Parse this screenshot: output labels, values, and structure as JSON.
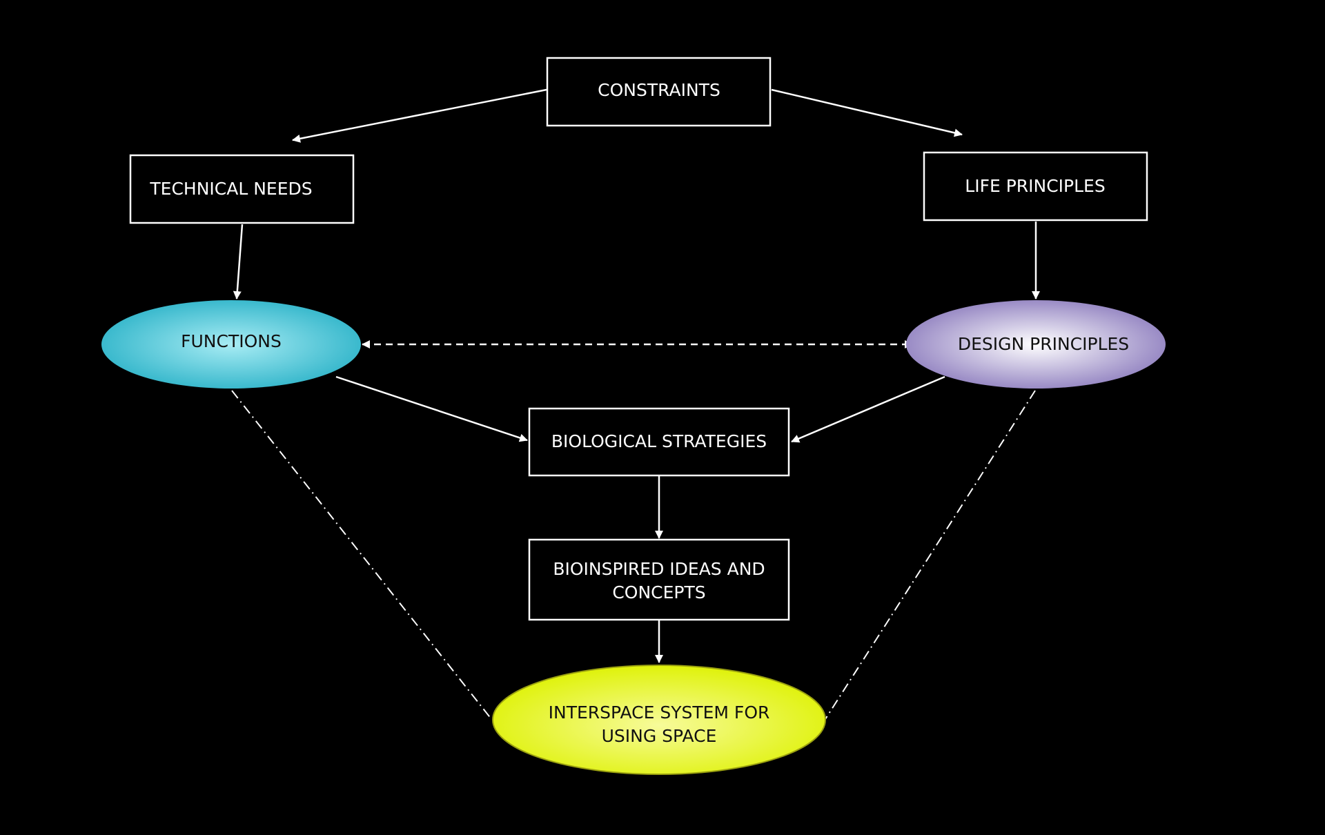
{
  "nodes": {
    "constraints": "CONSTRAINTS",
    "technical_needs": "TECHNICAL NEEDS",
    "life_principles": "LIFE PRINCIPLES",
    "functions": "FUNCTIONS",
    "design_principles": "DESIGN PRINCIPLES",
    "biological_strategies": "BIOLOGICAL STRATEGIES",
    "bioinspired_line1": "BIOINSPIRED IDEAS AND",
    "bioinspired_line2": "CONCEPTS",
    "interspace_line1": "INTERSPACE SYSTEM FOR",
    "interspace_line2": "USING SPACE"
  },
  "colors": {
    "background": "#000000",
    "functions_fill": "#49c3d6",
    "design_principles_fill": "#a696cc",
    "interspace_fill": "#e6f52a"
  }
}
